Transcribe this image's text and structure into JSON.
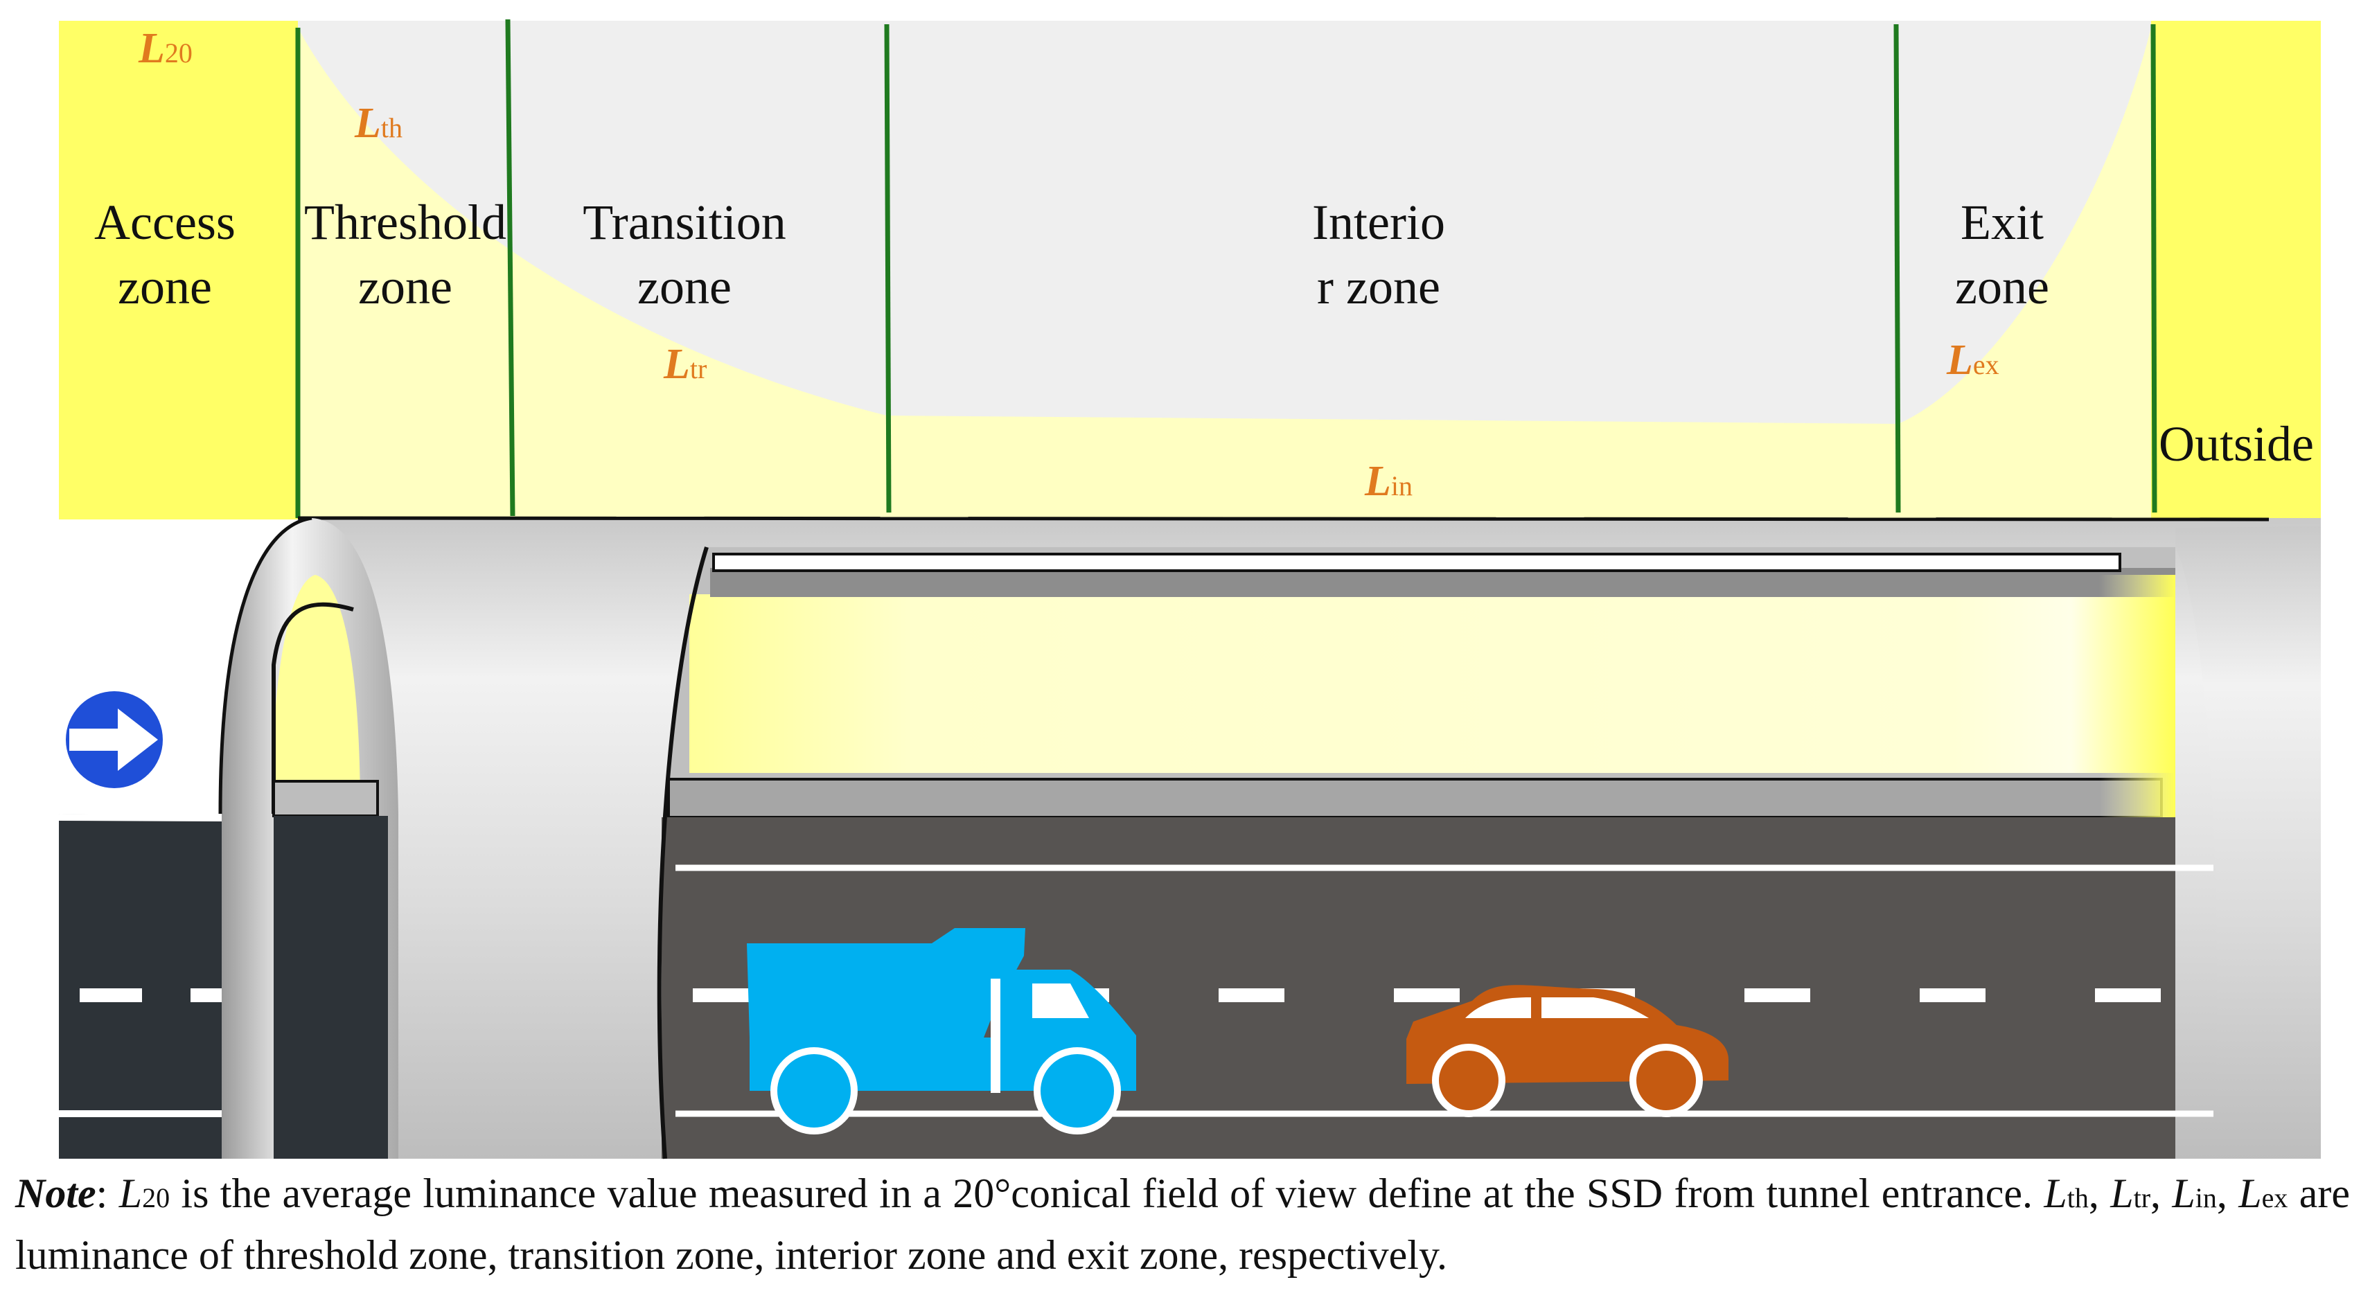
{
  "zones": [
    {
      "id": "access",
      "line1": "Access",
      "line2": "zone"
    },
    {
      "id": "threshold",
      "line1": "Threshold",
      "line2": "zone"
    },
    {
      "id": "transition",
      "line1": "Transition",
      "line2": "zone"
    },
    {
      "id": "interior",
      "line1": "Interio",
      "line2": "r  zone"
    },
    {
      "id": "exit",
      "line1": "Exit",
      "line2": "zone"
    }
  ],
  "outside_label": "Outside",
  "luminance": {
    "l20": {
      "letter": "L",
      "sub": "20"
    },
    "lth": {
      "letter": "L",
      "sub": "th"
    },
    "ltr": {
      "letter": "L",
      "sub": "tr"
    },
    "lin": {
      "letter": "L",
      "sub": "in"
    },
    "lex": {
      "letter": "L",
      "sub": "ex"
    }
  },
  "note": {
    "lead": "Note",
    "colon": ": ",
    "p1_L": "L",
    "p1_sub": "20",
    "p1_rest": " is the average luminance value measured in a 20°conical field of view define at the SSD from tunnel entrance. ",
    "p2_L1": "L",
    "p2_s1": "th",
    "comma1": ", ",
    "p2_L2": "L",
    "p2_s2": "tr",
    "comma2": ", ",
    "p2_L3": "L",
    "p2_s3": "in",
    "comma3": ", ",
    "p2_L4": "L",
    "p2_s4": "ex",
    "p2_rest": " are luminance of threshold zone, transition zone, interior zone and exit zone, respectively."
  },
  "colors": {
    "bright_yellow": "#ffff66",
    "pale_yellow": "#ffffc2",
    "grey_sky": "#efefef",
    "zone_line": "#1f7a1f",
    "road_outside": "#2d3338",
    "road_inside": "#575452",
    "tunnel_shell": "#d6d6d6",
    "truck": "#00b0f0",
    "car": "#c55a11",
    "sign": "#1f4fd8",
    "luminance_text": "#e07a1f"
  },
  "icons": [
    "direction-sign-icon",
    "dump-truck-icon",
    "car-icon"
  ]
}
